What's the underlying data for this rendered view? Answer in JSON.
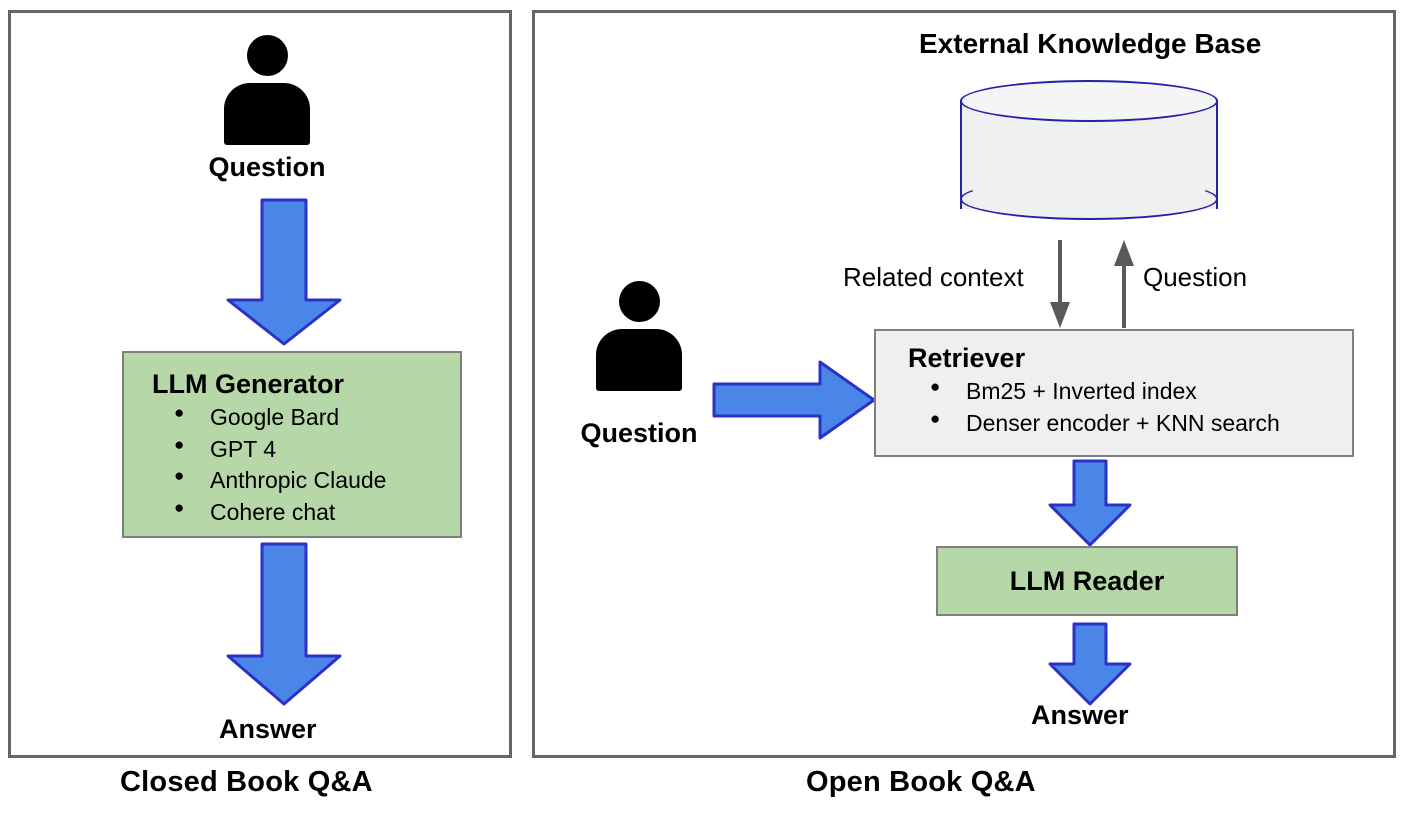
{
  "panels": {
    "closed": {
      "caption": "Closed Book Q&A",
      "question_label": "Question",
      "answer_label": "Answer",
      "generator": {
        "title": "LLM Generator",
        "items": [
          "Google Bard",
          "GPT 4",
          "Anthropic Claude",
          "Cohere chat"
        ]
      }
    },
    "open": {
      "caption": "Open Book Q&A",
      "question_label": "Question",
      "answer_label": "Answer",
      "knowledge_base": {
        "title": "External Knowledge Base"
      },
      "edges": {
        "related_context": "Related context",
        "question_to_kb": "Question"
      },
      "retriever": {
        "title": "Retriever",
        "items": [
          "Bm25 + Inverted index",
          "Denser encoder + KNN search"
        ]
      },
      "reader": {
        "title": "LLM Reader"
      }
    }
  },
  "icons": {
    "person": "person-icon",
    "cylinder": "database-cylinder-icon",
    "arrow_down": "arrow-down-icon",
    "arrow_right": "arrow-right-icon",
    "arrow_up": "arrow-up-icon"
  },
  "colors": {
    "arrow_fill": "#4a86e8",
    "arrow_stroke": "#2b31c8",
    "box_green": "#b6d7a8",
    "box_gray": "#efefef",
    "box_border": "#7f7f7f",
    "panel_border": "#666666",
    "cylinder_stroke": "#2222aa",
    "cylinder_fill": "#f0f0f0",
    "thin_arrow": "#595959",
    "text": "#000000"
  }
}
